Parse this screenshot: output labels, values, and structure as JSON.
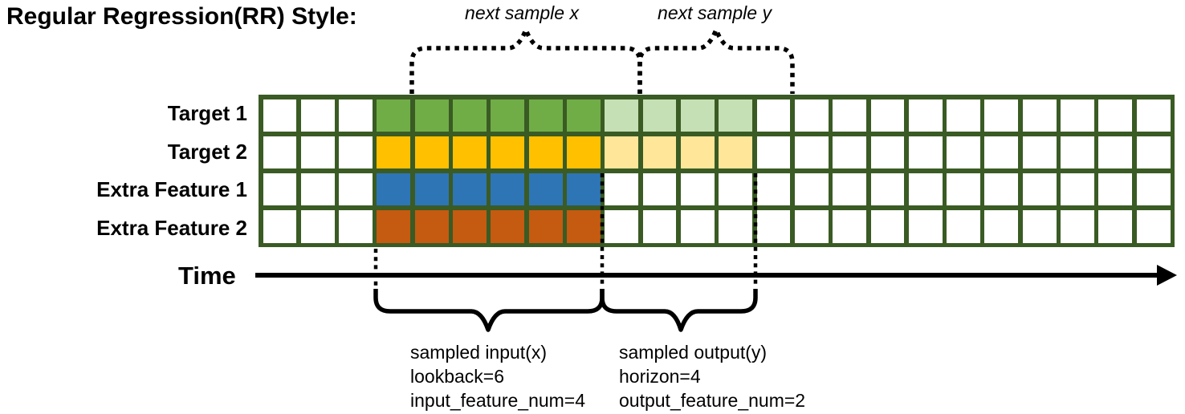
{
  "title": "Regular Regression(RR) Style:",
  "annotations": {
    "next_sample_x": "next sample x",
    "next_sample_y": "next sample y",
    "time_label": "Time",
    "input_block": [
      "sampled input(x)",
      "lookback=6",
      "input_feature_num=4"
    ],
    "output_block": [
      "sampled output(y)",
      "horizon=4",
      "output_feature_num=2"
    ]
  },
  "grid": {
    "columns": 24,
    "input_start_col": 3,
    "lookback": 6,
    "horizon": 4,
    "rows": [
      {
        "label": "Target 1",
        "role": "target",
        "input_fill": "#70AD47",
        "output_fill": "#C5E0B4"
      },
      {
        "label": "Target 2",
        "role": "target",
        "input_fill": "#FFC000",
        "output_fill": "#FFE699"
      },
      {
        "label": "Extra Feature 1",
        "role": "extra-feature",
        "input_fill": "#2E75B6",
        "output_fill": null
      },
      {
        "label": "Extra Feature 2",
        "role": "extra-feature",
        "input_fill": "#C55A11",
        "output_fill": null
      }
    ]
  },
  "colors": {
    "grid_border": "#3A5B24",
    "cell_empty": "#FFFFFF",
    "annotation": "#000000"
  }
}
